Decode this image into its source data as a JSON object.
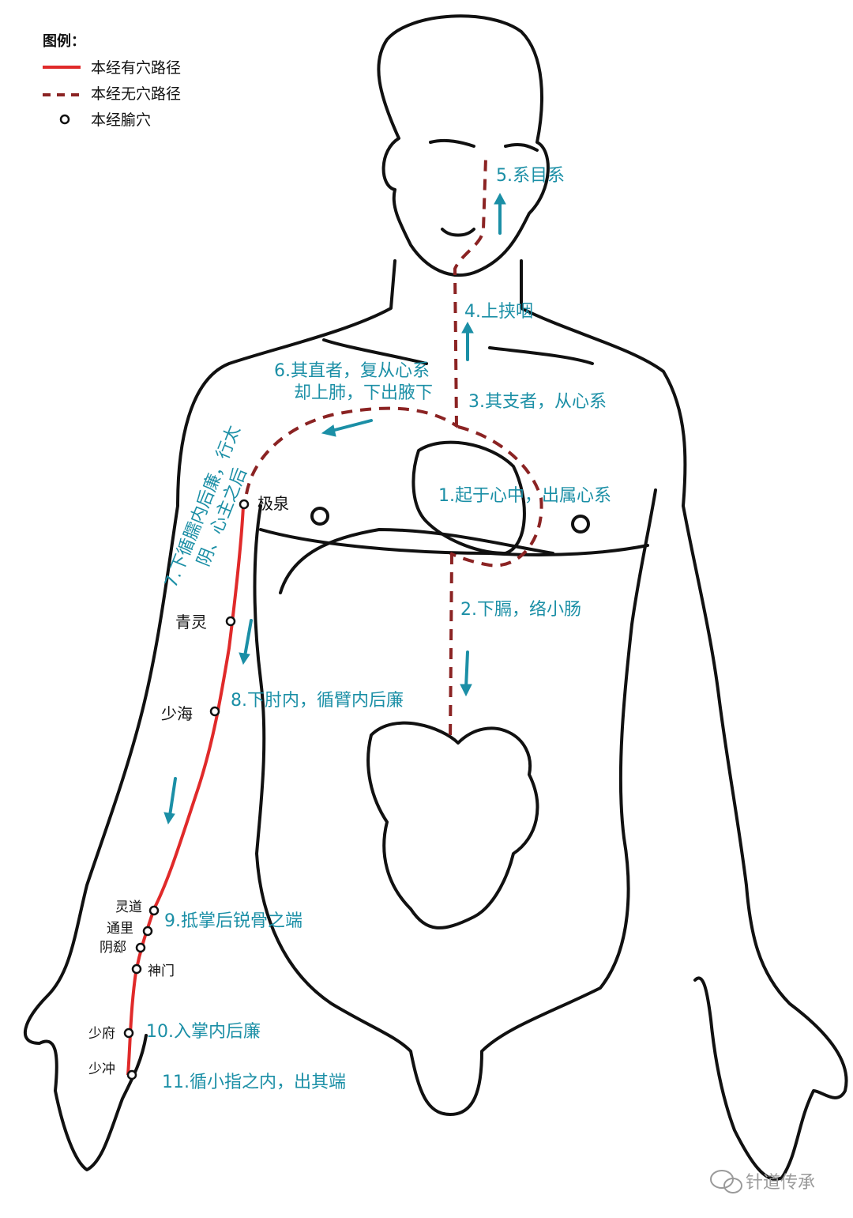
{
  "colors": {
    "meridian_solid": "#e02a2a",
    "meridian_dashed": "#8b2323",
    "label": "#1b8fa6",
    "outline": "#111111",
    "watermark": "#9a9a9a"
  },
  "legend": {
    "title": "图例：",
    "items": [
      {
        "symbol": "solid-line",
        "label": "本经有穴路径"
      },
      {
        "symbol": "dashed-line",
        "label": "本经无穴路径"
      },
      {
        "symbol": "circle",
        "label": "本经腧穴"
      }
    ]
  },
  "path_labels": [
    "1.起于心中，出属心系",
    "2.下膈，络小肠",
    "3.其支者，从心系",
    "4.上挟咽",
    "5.系目系",
    "6.其直者，复从心系",
    "却上肺，下出腋下",
    "7.下循臑内后廉，行太",
    "阴、心主之后",
    "8.下肘内，循臂内后廉",
    "9.抵掌后锐骨之端",
    "10.入掌内后廉",
    "11.循小指之内，出其端"
  ],
  "acupoints": [
    "极泉",
    "青灵",
    "少海",
    "灵道",
    "通里",
    "阴郄",
    "神门",
    "少府",
    "少冲"
  ],
  "watermark": "针道传承"
}
